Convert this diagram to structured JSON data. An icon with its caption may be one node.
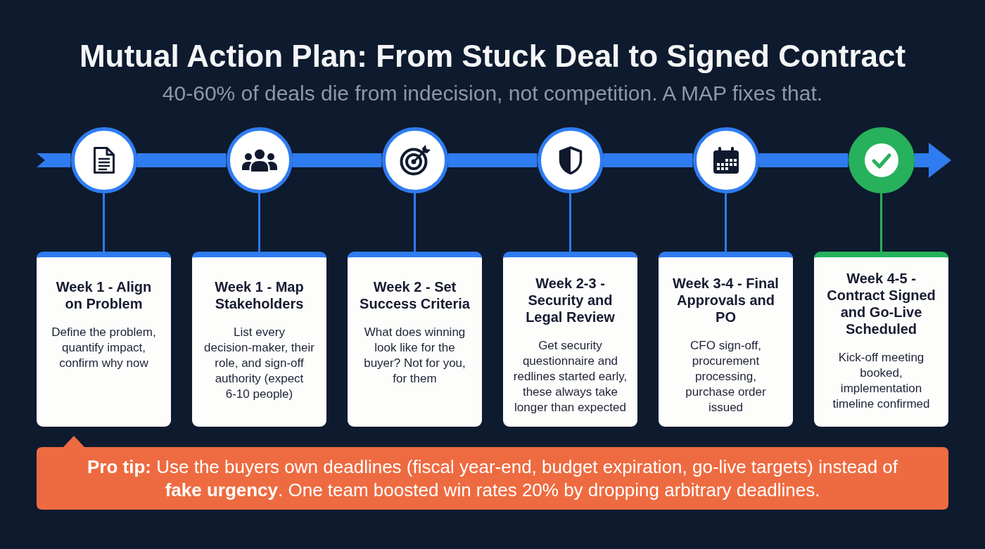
{
  "diagram": {
    "title": "Mutual Action Plan: From Stuck Deal to Signed Contract",
    "nodes": [
      {
        "text": [],
        "shape": "circle"
      },
      {
        "text": [],
        "shape": "circle"
      },
      {
        "text": [],
        "shape": "circle"
      },
      {
        "text": [],
        "shape": "circle"
      },
      {
        "text": [],
        "shape": "circle"
      },
      {
        "text": [],
        "shape": "circle"
      },
      {
        "text": [
          "Week 1 - Align on Problem",
          "Define the problem, quantify impact, confirm why now"
        ]
      },
      {
        "text": [
          "Week 1 - Map Stakeholders",
          "List every decision-maker, their role, and sign-off authority (expect 6-10 people)"
        ]
      },
      {
        "text": [
          "Week 2 - Set Success Criteria",
          "What does winning look like for the buyer? Not for you, for them"
        ]
      },
      {
        "text": [
          "Week 2-3 - Security and Legal Review",
          "Get security questionnaire and redlines started early, these always take longer than expected"
        ]
      },
      {
        "text": [
          "Week 3-4 - Final Approvals and PO",
          "CFO sign-off, procurement processing, purchase order issued"
        ]
      },
      {
        "text": [
          "Week 4-5 - Contract Signed and Go-Live Scheduled",
          "Kick-off meeting booked, implementation timeline confirmed"
        ]
      },
      {
        "text": [
          "**Pro tip:** Use the buyers own deadlines (fiscal year-end, budget expiration, go-live targets) instead of **fake urgency**. One team boosted win rates 20% by dropping arbitrary deadlines."
        ]
      }
    ],
    "edges": [
      {
        "from": null,
        "to": 0,
        "arrow": "none",
        "style": "thick"
      },
      {
        "from": 0,
        "to": 1,
        "arrow": "none",
        "style": "thick"
      },
      {
        "from": 1,
        "to": 2,
        "arrow": "none",
        "style": "thick"
      },
      {
        "from": 2,
        "to": 3,
        "arrow": "none",
        "style": "thick"
      },
      {
        "from": 3,
        "to": 4,
        "arrow": "none",
        "style": "thick"
      },
      {
        "from": 4,
        "to": 5,
        "arrow": "none",
        "style": "thick"
      },
      {
        "from": 5,
        "to": null,
        "arrow": "to",
        "style": "thick"
      },
      {
        "from": 0,
        "to": 6,
        "arrow": "none"
      },
      {
        "from": 1,
        "to": 7,
        "arrow": "none"
      },
      {
        "from": 2,
        "to": 8,
        "arrow": "none"
      },
      {
        "from": 3,
        "to": 9,
        "arrow": "none"
      },
      {
        "from": 4,
        "to": 10,
        "arrow": "none"
      },
      {
        "from": 5,
        "to": 11,
        "arrow": "none",
        "color": "#27b15c"
      }
    ],
    "labels": [
      "40-60% of deals die from indecision, not competition. A MAP fixes that."
    ]
  }
}
